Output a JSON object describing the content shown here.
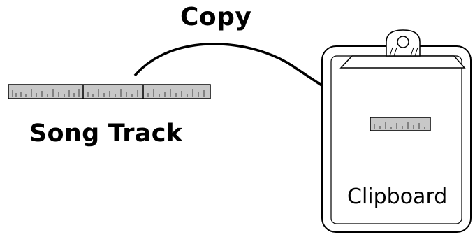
{
  "labels": {
    "copy": "Copy",
    "song_track": "Song Track",
    "clipboard": "Clipboard"
  },
  "icons": {
    "clipboard": "clipboard-icon",
    "arrow": "curved-arrow-icon"
  },
  "colors": {
    "stroke": "#000000",
    "track_fill": "#c8c8c8",
    "board_fill": "#ffffff"
  }
}
